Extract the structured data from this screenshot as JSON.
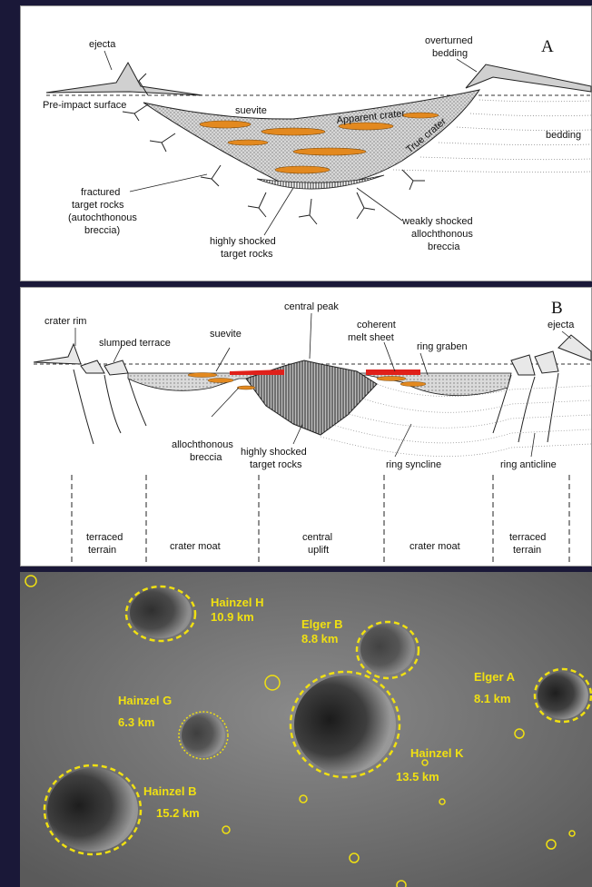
{
  "panel_a": {
    "letter": "A",
    "labels": {
      "ejecta": "ejecta",
      "overturned_1": "overturned",
      "overturned_2": "bedding",
      "pre_impact": "Pre-impact surface",
      "suevite": "suevite",
      "apparent_crater": "Apparent crater",
      "true_crater": "True crater",
      "bedding": "bedding",
      "fractured_1": "fractured",
      "fractured_2": "target rocks",
      "fractured_3": "(autochthonous",
      "fractured_4": "breccia)",
      "highly_1": "highly shocked",
      "highly_2": "target rocks",
      "weakly_1": "weakly shocked",
      "weakly_2": "allochthonous",
      "weakly_3": "breccia"
    }
  },
  "panel_b": {
    "letter": "B",
    "labels": {
      "crater_rim": "crater rim",
      "slumped_terrace": "slumped terrace",
      "suevite": "suevite",
      "central_peak": "central peak",
      "coherent_1": "coherent",
      "coherent_2": "melt sheet",
      "ring_graben": "ring graben",
      "ejecta": "ejecta",
      "allo_1": "allochthonous",
      "allo_2": "breccia",
      "hs_1": "highly shocked",
      "hs_2": "target rocks",
      "ring_syncline": "ring syncline",
      "ring_anticline": "ring anticline"
    },
    "zones": [
      {
        "line1": "terraced",
        "line2": "terrain"
      },
      {
        "line1": "crater moat",
        "line2": ""
      },
      {
        "line1": "central",
        "line2": "uplift"
      },
      {
        "line1": "crater moat",
        "line2": ""
      },
      {
        "line1": "terraced",
        "line2": "terrain"
      }
    ]
  },
  "panel_c": {
    "craters": [
      {
        "name": "Hainzel H",
        "size": "10.9 km"
      },
      {
        "name": "Elger B",
        "size": "8.8 km"
      },
      {
        "name": "Elger A",
        "size": "8.1 km"
      },
      {
        "name": "Hainzel G",
        "size": "6.3 km"
      },
      {
        "name": "Hainzel K",
        "size": "13.5 km"
      },
      {
        "name": "Hainzel B",
        "size": "15.2 km"
      }
    ],
    "marker_color": "#f0e012"
  }
}
